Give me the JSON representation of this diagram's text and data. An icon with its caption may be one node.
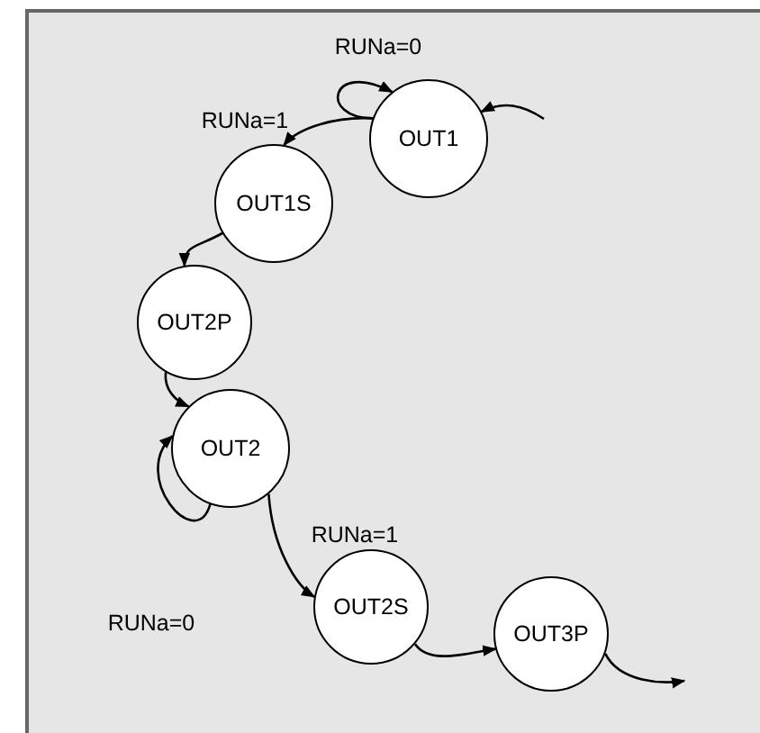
{
  "diagram": {
    "nodes": [
      {
        "text": [
          "OUT1"
        ]
      },
      {
        "text": [
          "OUT1S"
        ]
      },
      {
        "text": [
          "OUT2P"
        ]
      },
      {
        "text": [
          "OUT2"
        ]
      },
      {
        "text": [
          "OUT2S"
        ]
      },
      {
        "text": [
          "OUT3P"
        ]
      }
    ],
    "edges": [
      {
        "from": null,
        "to": 0,
        "arrow": "to"
      },
      {
        "from": 0,
        "to": 0,
        "arrow": "to",
        "label": "RUNa=0"
      },
      {
        "from": 0,
        "to": 1,
        "arrow": "to",
        "label": "RUNa=1"
      },
      {
        "from": 1,
        "to": 2,
        "arrow": "to"
      },
      {
        "from": 2,
        "to": 3,
        "arrow": "to"
      },
      {
        "from": 3,
        "to": 3,
        "arrow": "to",
        "label": "RUNa=0"
      },
      {
        "from": 3,
        "to": 4,
        "arrow": "to",
        "label": "RUNa=1"
      },
      {
        "from": 4,
        "to": 5,
        "arrow": "to"
      },
      {
        "from": 5,
        "to": null,
        "arrow": "to"
      }
    ]
  }
}
